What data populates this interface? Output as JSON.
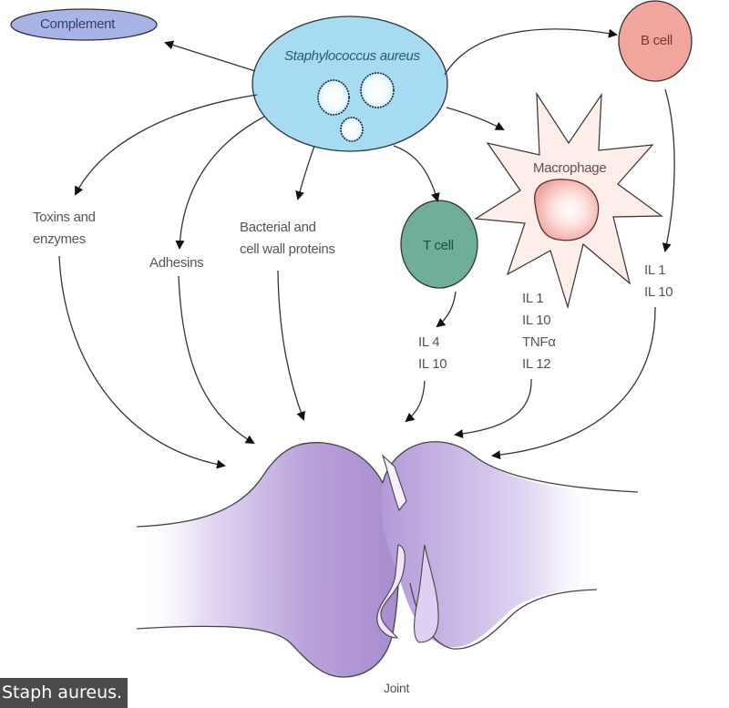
{
  "nodes": {
    "complement": "Complement",
    "staph": "Staphylococcus aureus",
    "b_cell": "B cell",
    "t_cell": "T cell",
    "macrophage": "Macrophage",
    "joint": "Joint"
  },
  "factors": {
    "toxins": [
      "Toxins and",
      "enzymes"
    ],
    "adhesins": "Adhesins",
    "proteins": [
      "Bacterial and",
      "cell wall proteins"
    ]
  },
  "cytokines": {
    "t_cell": [
      "IL 4",
      "IL 10"
    ],
    "macrophage": [
      "IL 1",
      "IL 10",
      "TNFα",
      "IL 12"
    ],
    "b_cell": [
      "IL 1",
      "IL 10"
    ]
  },
  "caption": "Staph aureus.",
  "colors": {
    "complement": "#a9b4e6",
    "staph": "#a6dcf2",
    "b_cell": "#f2a59c",
    "t_cell": "#6fae97",
    "macrophage": "#fdeeea",
    "joint": "#b9a2da"
  }
}
